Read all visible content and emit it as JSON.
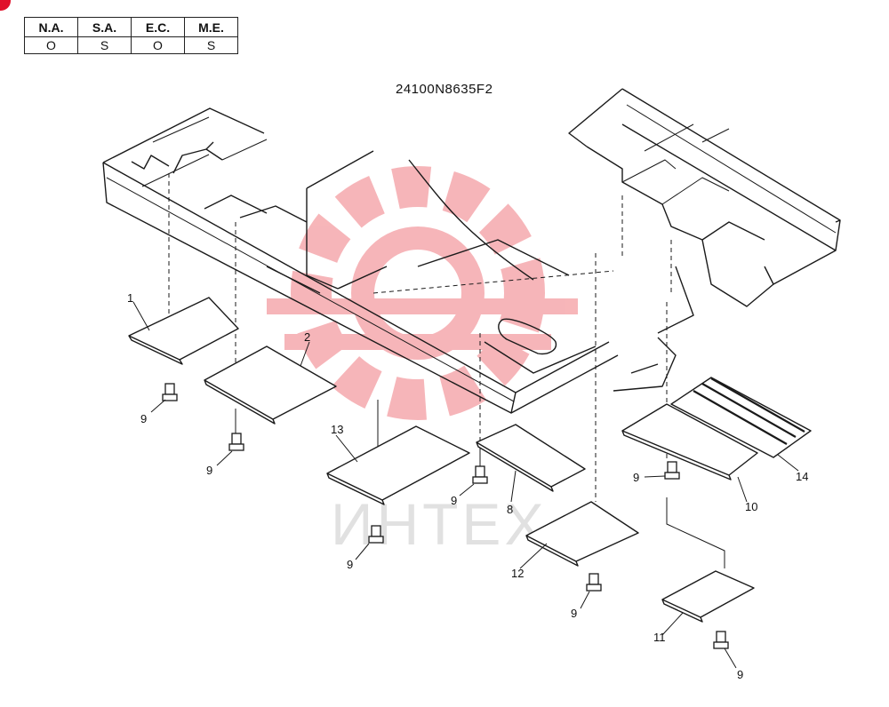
{
  "region_table": {
    "headers": [
      "N.A.",
      "S.A.",
      "E.C.",
      "M.E."
    ],
    "values": [
      "O",
      "S",
      "O",
      "S"
    ]
  },
  "drawing_code": "24100N8635F2",
  "watermark": {
    "text": "ИНТЕХ",
    "color": "#f07a80"
  },
  "callouts": [
    {
      "label": "1",
      "part": "cover-plate"
    },
    {
      "label": "2",
      "part": "cover-plate"
    },
    {
      "label": "13",
      "part": "cover-plate"
    },
    {
      "label": "8",
      "part": "cover-plate"
    },
    {
      "label": "12",
      "part": "cover-plate"
    },
    {
      "label": "11",
      "part": "cover-plate"
    },
    {
      "label": "10",
      "part": "cover-plate"
    },
    {
      "label": "14",
      "part": "step-plate"
    },
    {
      "label": "9",
      "part": "bolt"
    },
    {
      "label": "9",
      "part": "bolt"
    },
    {
      "label": "9",
      "part": "bolt"
    },
    {
      "label": "9",
      "part": "bolt"
    },
    {
      "label": "9",
      "part": "bolt"
    },
    {
      "label": "9",
      "part": "bolt"
    },
    {
      "label": "9",
      "part": "bolt"
    }
  ],
  "colors": {
    "line": "#1a1a1a",
    "accent": "#e0102a",
    "watermark": "#f07a80"
  }
}
